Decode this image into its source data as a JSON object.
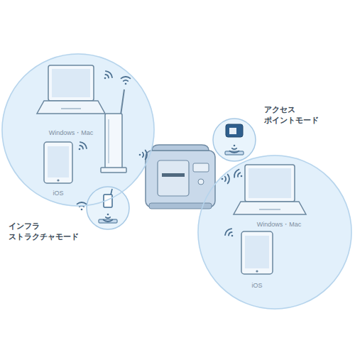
{
  "diagram": {
    "nodes": [
      {
        "text": [
          "Windows・Mac",
          "iOS"
        ]
      },
      {
        "text": [
          "Windows・Mac",
          "iOS"
        ]
      }
    ],
    "labels": [
      "インフラ ストラクチャモード",
      "アクセス ポイントモード"
    ]
  }
}
